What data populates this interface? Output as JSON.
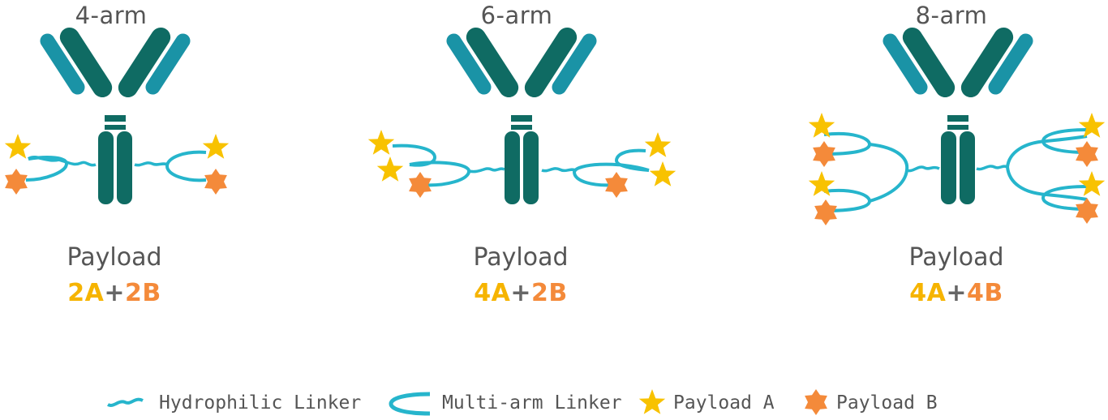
{
  "panels": [
    {
      "title": "4-arm",
      "payload_label": "Payload",
      "formula": {
        "a": "2A",
        "plus": "+",
        "b": "2B"
      }
    },
    {
      "title": "6-arm",
      "payload_label": "Payload",
      "formula": {
        "a": "4A",
        "plus": "+",
        "b": "2B"
      }
    },
    {
      "title": "8-arm",
      "payload_label": "Payload",
      "formula": {
        "a": "4A",
        "plus": "+",
        "b": "4B"
      }
    }
  ],
  "legend": {
    "hydrophilic": "Hydrophilic Linker",
    "multiarm": "Multi-arm Linker",
    "payload_a": "Payload A",
    "payload_b": "Payload B"
  },
  "colors": {
    "antibody_dark": "#0f6b63",
    "antibody_light": "#1a93a6",
    "linker": "#26b5cc",
    "payload_a": "#f8c200",
    "payload_b": "#f48a3a"
  }
}
